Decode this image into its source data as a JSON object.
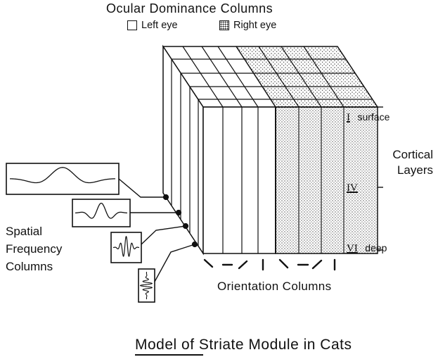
{
  "header": {
    "title": "Ocular Dominance Columns",
    "legend": [
      {
        "label": "Left eye",
        "pattern": "blank"
      },
      {
        "label": "Right eye",
        "pattern": "stippled"
      }
    ]
  },
  "cortical_layers": {
    "heading_line1": "Cortical",
    "heading_line2": "Layers",
    "markers": [
      {
        "numeral": "I",
        "label": "surface"
      },
      {
        "numeral": "IV",
        "label": ""
      },
      {
        "numeral": "VI",
        "label": "deep"
      }
    ]
  },
  "spatial_frequency": {
    "line1": "Spatial",
    "line2": "Frequency",
    "line3": "Columns"
  },
  "orientation": {
    "label": "Orientation Columns"
  },
  "caption": "Model of Striate Module in Cats",
  "colors": {
    "ink": "#111111",
    "background": "#ffffff"
  }
}
